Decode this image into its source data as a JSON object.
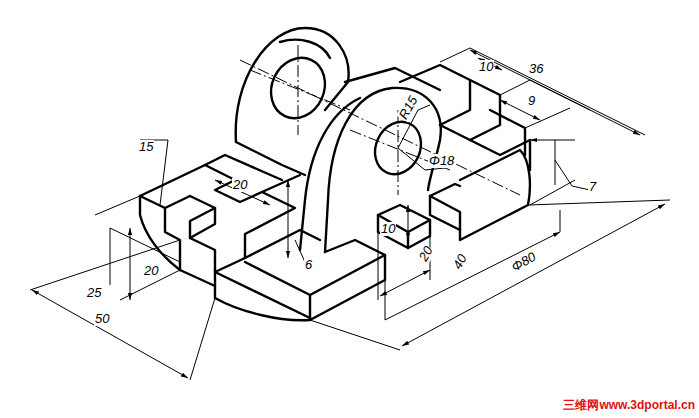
{
  "diagram": {
    "labels": [
      "36",
      "10",
      "9",
      "R15",
      "Φ18",
      "7",
      "15",
      "20",
      "20",
      "25",
      "50",
      "6",
      "10",
      "20",
      "40",
      "Φ80",
      "三维网www.3dportal.cn"
    ]
  }
}
